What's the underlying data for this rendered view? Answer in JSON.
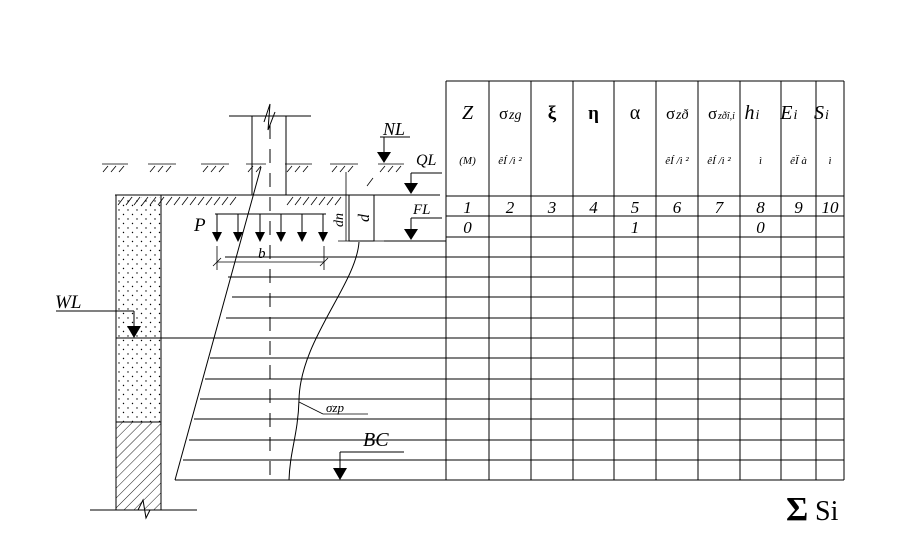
{
  "labels": {
    "NL": "NL",
    "QL": "QL",
    "FL": "FL",
    "WL": "WL",
    "BC": "BC",
    "P": "P",
    "b": "b",
    "d": "d",
    "dn": "dn",
    "szp": "σzp"
  },
  "table": {
    "headers": [
      {
        "main": "Z",
        "sub": "",
        "unit": "(M)"
      },
      {
        "main": "σ",
        "sub": "zg",
        "unit": "êÍ /ì ²"
      },
      {
        "main": "ξ",
        "sub": "",
        "unit": ""
      },
      {
        "main": "η",
        "sub": "",
        "unit": ""
      },
      {
        "main": "α",
        "sub": "",
        "unit": ""
      },
      {
        "main": "σ",
        "sub": "zð",
        "unit": "êÍ /ì ²"
      },
      {
        "main": "σ",
        "sub": "zðî,i",
        "unit": "êÍ /ì ²"
      },
      {
        "main": "h",
        "sub": "i",
        "unit": "ì"
      },
      {
        "main": "E",
        "sub": "i",
        "unit": "êÏ à"
      },
      {
        "main": "S",
        "sub": "i",
        "unit": "ì"
      }
    ],
    "numbers": [
      "1",
      "2",
      "3",
      "4",
      "5",
      "6",
      "7",
      "8",
      "9",
      "10"
    ],
    "first_row": [
      "0",
      "",
      "",
      "",
      "1",
      "",
      "",
      "0",
      "",
      ""
    ]
  },
  "sum": {
    "symbol": "Σ",
    "text": "Si"
  }
}
